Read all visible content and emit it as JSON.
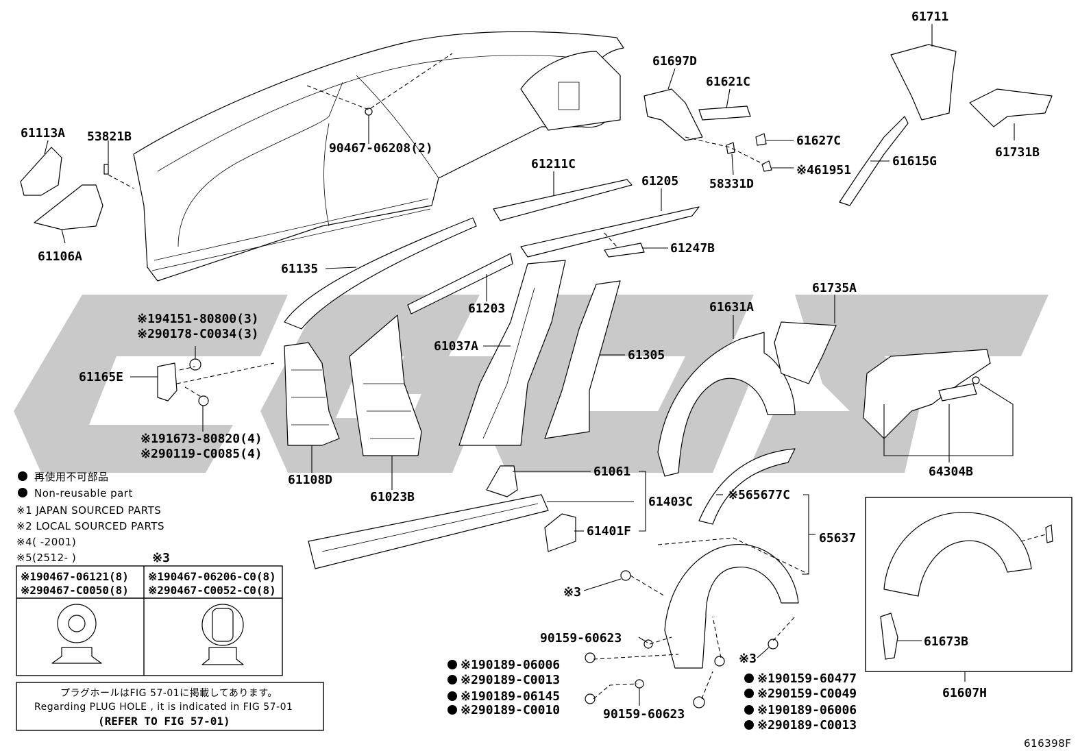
{
  "diagram_id": "616398F",
  "watermark_color": "#bdbdbd",
  "labels": {
    "p61711": "61711",
    "p61697D": "61697D",
    "p61621C": "61621C",
    "p61627C": "61627C",
    "p61951": "※461951",
    "p58331D": "58331D",
    "p61615G": "61615G",
    "p61731B": "61731B",
    "p61113A": "61113A",
    "p53821B": "53821B",
    "p61106A": "61106A",
    "p90467_06208": "90467-06208(2)",
    "p61211C": "61211C",
    "p61205": "61205",
    "p61247B": "61247B",
    "p61135": "61135",
    "p61203": "61203",
    "p61037A": "61037A",
    "p61305": "61305",
    "p61631A": "61631A",
    "p61735A": "61735A",
    "p94151": "※194151-80800(3)",
    "p90178": "※290178-C0034(3)",
    "p61165E": "61165E",
    "p91673": "※191673-80820(4)",
    "p90119": "※290119-C0085(4)",
    "p61108D": "61108D",
    "p61023B": "61023B",
    "p61061": "61061",
    "p61403C": "61403C",
    "p61401F": "61401F",
    "p65677C": "※565677C",
    "p65637": "65637",
    "p64304B": "64304B",
    "p61673B": "61673B",
    "p61607H": "61607H",
    "p3_a": "※3",
    "p3_b": "※3",
    "p90159_60623_a": "90159-60623",
    "p90159_60623_b": "90159-60623",
    "p90189_06006_a": "※190189-06006",
    "p90189_C0013_a": "※290189-C0013",
    "p90189_06145": "※190189-06145",
    "p90189_C0010": "※290189-C0010",
    "p90159_60477": "※190159-60477",
    "p90159_C0049": "※290159-C0049",
    "p90189_06006_b": "※190189-06006",
    "p90189_C0013_b": "※290189-C0013"
  },
  "legend": {
    "jp_nonreusable": "再使用不可部品",
    "en_nonreusable": "Non-reusable part",
    "note1": "※1 JAPAN SOURCED PARTS",
    "note2": "※2 LOCAL SOURCED PARTS",
    "note4": "※4(      -2001)",
    "note5": "※5(2512-      )"
  },
  "clip_table": {
    "mark_right": "※3",
    "left_line1": "※190467-06121(8)",
    "left_line2": "※290467-C0050(8)",
    "right_line1": "※190467-06206-C0(8)",
    "right_line2": "※290467-C0052-C0(8)"
  },
  "refer_box": {
    "jp": "プラグホールはFIG 57-01に掲載してあります。",
    "en": "Regarding  PLUG HOLE , it is indicated in FIG 57-01",
    "ref": "(REFER TO FIG 57-01)"
  }
}
